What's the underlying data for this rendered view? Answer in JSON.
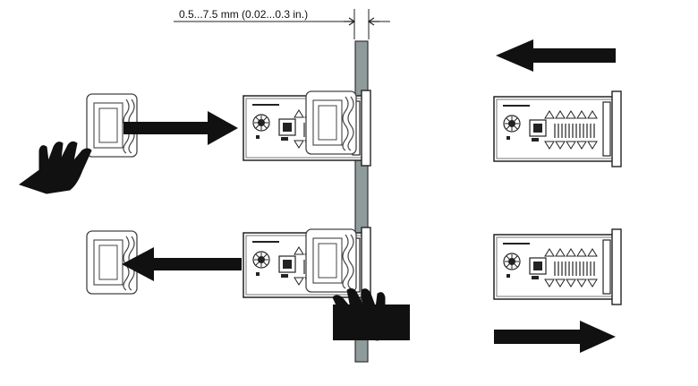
{
  "dimension_label": "0.5...7.5 mm (0.02...0.3 in.)",
  "icons": [
    "hand-pointer-icon",
    "arrow-right-icon",
    "arrow-left-icon",
    "panel-wall",
    "mounting-bracket",
    "controller-device"
  ],
  "colors": {
    "ink": "#111111",
    "panel": "#8f9a9a",
    "line": "#222222",
    "white": "#ffffff"
  }
}
